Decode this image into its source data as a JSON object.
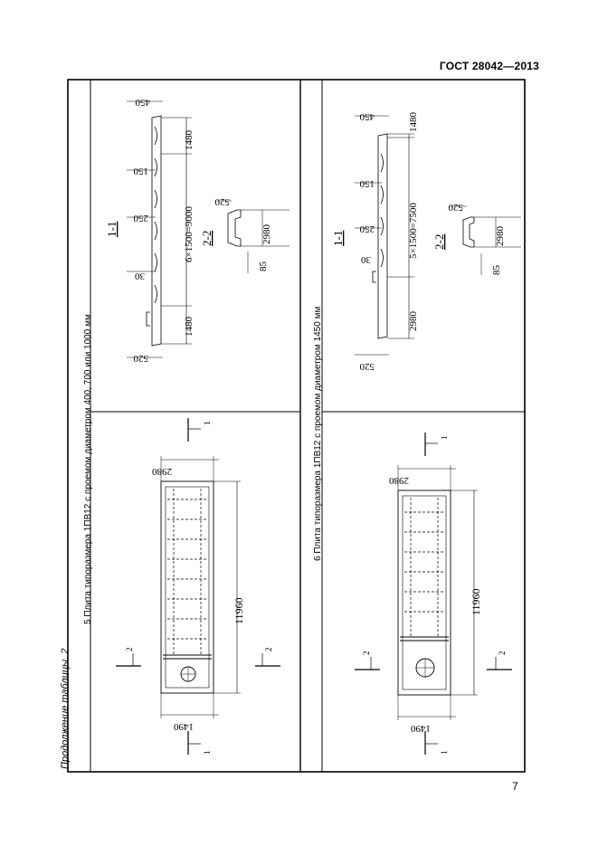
{
  "header": {
    "standard": "ГОСТ 28042—2013"
  },
  "page_number": "7",
  "continuation": "Продолжение таблицы. 2",
  "rows": [
    {
      "caption": "5 Плита типоразмера 1ПВ12 с проемом диаметром 400, 700 или 1000 мм",
      "plan": {
        "length": "11960",
        "width_top": "2980",
        "width_bottom": "1490",
        "cut1": "1",
        "cut2": "2"
      },
      "section11": {
        "label": "1-1",
        "d450": "450",
        "d150": "150",
        "d250": "250",
        "d30": "30",
        "d520": "520",
        "d1480a": "1480",
        "d1480b": "1480",
        "span": "6×1500=9000"
      },
      "section22": {
        "label": "2-2",
        "d520": "520",
        "d2980": "2980",
        "d85": "85"
      }
    },
    {
      "caption": "6 Плита типоразмера 1ПВ12 с проемом диаметром 1450 мм",
      "plan": {
        "length": "11960",
        "width_top": "2980",
        "width_bottom": "1490",
        "cut1": "1",
        "cut2": "2"
      },
      "section11": {
        "label": "1-1",
        "d450": "450",
        "d150": "150",
        "d250": "250",
        "d30": "30",
        "d520": "520",
        "d1480": "1480",
        "d2980": "2980",
        "span": "5×1500=7500"
      },
      "section22": {
        "label": "2-2",
        "d520": "520",
        "d2980": "2980",
        "d85": "85"
      }
    }
  ]
}
